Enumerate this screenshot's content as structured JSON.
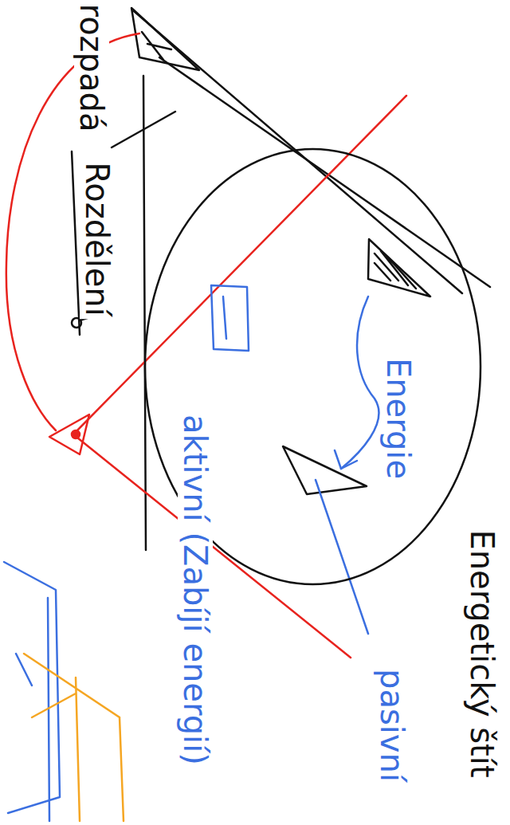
{
  "diagram": {
    "title": "Energetický štít",
    "nodes": [
      {
        "text": [
          "Energie",
          "aktivní (Zabíjí energií)"
        ]
      }
    ],
    "labels": [
      "pasivní",
      "rozpadá",
      "Rozdělení"
    ]
  }
}
